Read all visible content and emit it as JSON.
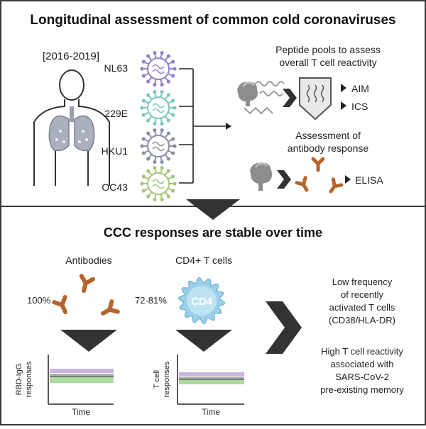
{
  "colors": {
    "frame": "#3a3a3a",
    "virus_nl63": "#8b86c9",
    "virus_229e": "#7fc6bf",
    "virus_hku1": "#8a8fa6",
    "virus_oc43": "#a7c57c",
    "antibody": "#b5652c",
    "cd4_cell": "#9ccfe9",
    "band_purple": "#b9a2d8",
    "band_green": "#9fd48f",
    "band_gray": "#8c8c8c"
  },
  "top": {
    "title": "Longitudinal assessment of common cold coronaviruses",
    "years": "[2016-2019]",
    "viruses": [
      "NL63",
      "229E",
      "HKU1",
      "OC43"
    ],
    "peptide_title_line1": "Peptide pools to assess",
    "peptide_title_line2": "overall T cell reactivity",
    "assay_aim": "AIM",
    "assay_ics": "ICS",
    "antibody_title_line1": "Assessment of",
    "antibody_title_line2": "antibody response",
    "assay_elisa": "ELISA"
  },
  "bottom": {
    "title": "CCC responses are stable over time",
    "antibodies_label": "Antibodies",
    "antibodies_pct": "100%",
    "tcells_label": "CD4+ T cells",
    "tcells_pct": "72-81%",
    "cd4_text": "CD4",
    "chart1_ylabel_line1": "RBD-IgG",
    "chart1_ylabel_line2": "responses",
    "chart1_xlabel": "Time",
    "chart2_ylabel_line1": "T cell",
    "chart2_ylabel_line2": "responses",
    "chart2_xlabel": "Time",
    "finding1_lines": [
      "Low frequency",
      "of recently",
      "activated T cells",
      "(CD38/HLA-DR)"
    ],
    "finding2_lines": [
      "High T cell reactivity",
      "associated with",
      "SARS-CoV-2",
      "pre-existing memory"
    ]
  }
}
